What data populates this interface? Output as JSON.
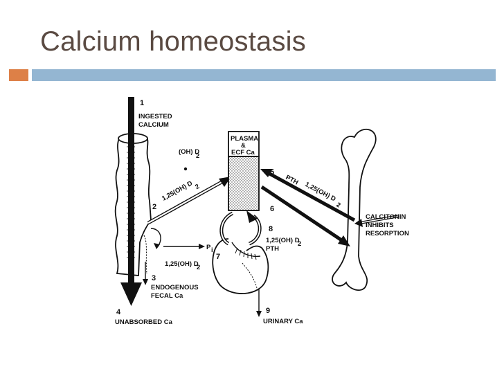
{
  "slide": {
    "title": "Calcium homeostasis"
  },
  "diagram": {
    "labels": {
      "n1": "1",
      "ingested_1": "INGESTED",
      "ingested_2": "CALCIUM",
      "oh2d": "(OH) D",
      "oh2d_sub": "2",
      "vitd_arrow": "1,25(OH) D",
      "vitd_arrow_sub": "2",
      "n2": "2",
      "pi": "P",
      "pi_sub": "i",
      "vitd_lower": "1,25(OH) D",
      "vitd_lower_sub": "2",
      "n3": "3",
      "endo_1": "ENDOGENOUS",
      "endo_2": "FECAL Ca",
      "n4": "4",
      "unabsorbed": "UNABSORBED Ca",
      "plasma_1": "PLASMA",
      "plasma_2": "&",
      "plasma_3": "ECF Ca",
      "n5": "5",
      "n6": "6",
      "pth_top": "PTH",
      "vitd_bone": "1,25(OH) D",
      "vitd_bone_sub": "2",
      "n7": "7",
      "n8": "8",
      "vitd_kidney": "1,25(OH) D",
      "vitd_kidney_sub": "2",
      "pth_kidney": "PTH",
      "n9": "9",
      "urinary": "URINARY Ca",
      "calc_1": "CALCITONIN",
      "calc_2": "INHIBITS",
      "calc_3": "RESORPTION"
    }
  }
}
